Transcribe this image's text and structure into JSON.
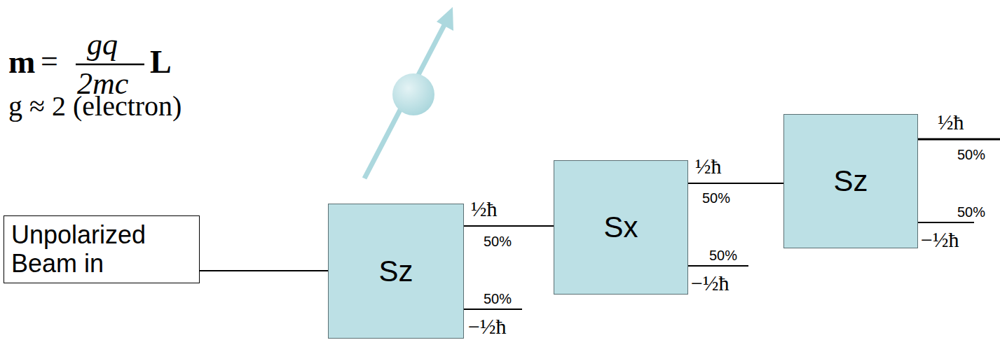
{
  "diagram": {
    "nodes": [
      {
        "text": [
          "Unpolarized Beam in"
        ]
      },
      {
        "text": [
          "Sz"
        ]
      },
      {
        "text": [
          "Sx"
        ]
      },
      {
        "text": [
          "Sz"
        ]
      }
    ],
    "edges": [
      {
        "from": 0,
        "to": 1,
        "arrow": "none"
      },
      {
        "from": 1,
        "to": 2,
        "arrow": "none"
      },
      {
        "from": 2,
        "to": 3,
        "arrow": "none"
      }
    ],
    "labels": [
      "m",
      "=",
      "gq",
      "2mc",
      "L",
      "g ≈ 2 (electron)",
      "½ħ",
      "50%",
      "50%",
      "−½ħ",
      "½ħ",
      "50%",
      "50%",
      "−½ħ",
      "½ħ",
      "50%",
      "50%",
      "−½ħ"
    ]
  }
}
